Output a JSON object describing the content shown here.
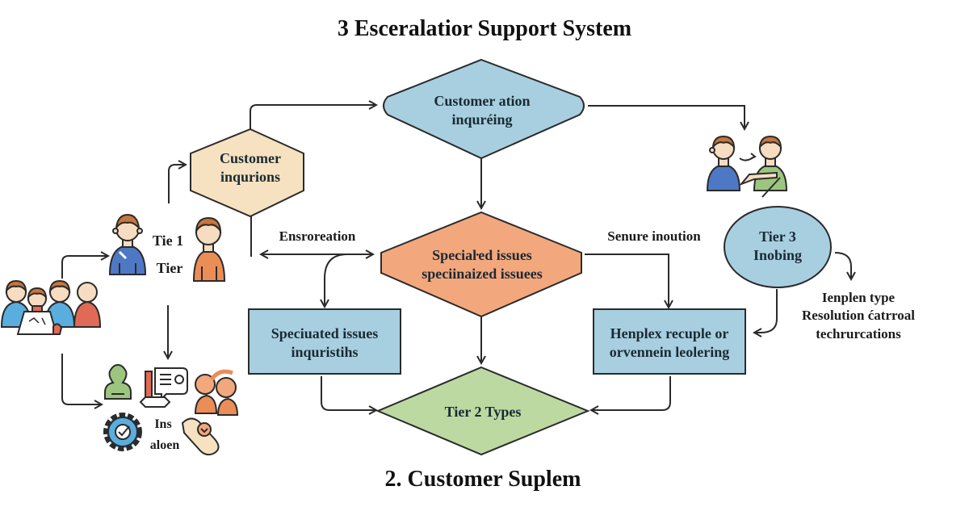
{
  "title": "3 Esceralatior Support System",
  "footer": "2. Customer Suplem",
  "colors": {
    "blue": "#a8cfe0",
    "cream": "#f6e2c0",
    "orange": "#f3a77d",
    "green": "#bcd9a2",
    "stroke": "#2b2b2b",
    "person_blue": "#4f78c4",
    "person_orange": "#eb8d57",
    "person_lightblue": "#5aaedd",
    "person_red": "#e06a55",
    "person_green": "#9cc67f",
    "skin": "#f6dcc0",
    "hair": "#c8753e"
  },
  "nodes": {
    "customer_ation": {
      "line1": "Customer ation",
      "line2": "inquréing"
    },
    "customer_inquirions": {
      "line1": "Customer",
      "line2": "inqurions"
    },
    "specialized_issues": {
      "line1": "Speciaŀed issues",
      "line2": "speciinaized issuees"
    },
    "speciated_box": {
      "line1": "Speciuated issues",
      "line2": "inquristihs"
    },
    "henplex_box": {
      "line1": "Henplex recuple or",
      "line2": "orvennein leolering"
    },
    "tier3": {
      "line1": "Tier 3",
      "line2": "Inobing"
    },
    "tier2": {
      "label": "Tier 2 Types"
    }
  },
  "labels": {
    "tier1_line1": "Tie 1",
    "tier1_line2": "Tier",
    "ensroreation": "Ensroreation",
    "senure": "Senure inoution",
    "resolution_line1": "Ienplen type",
    "resolution_line2": "Resolution ćatrroal",
    "resolution_line3": "techrurcations",
    "ins_line1": "Ins",
    "ins_line2": "aloen"
  },
  "icons": [
    "customer-group-icon",
    "tier1-agent-headset-icon",
    "tier1-customer-icon",
    "handoff-agents-icon",
    "user-profile-icon",
    "document-chat-icon",
    "team-discussion-icon",
    "settings-gear-check-icon",
    "phone-support-icon"
  ]
}
